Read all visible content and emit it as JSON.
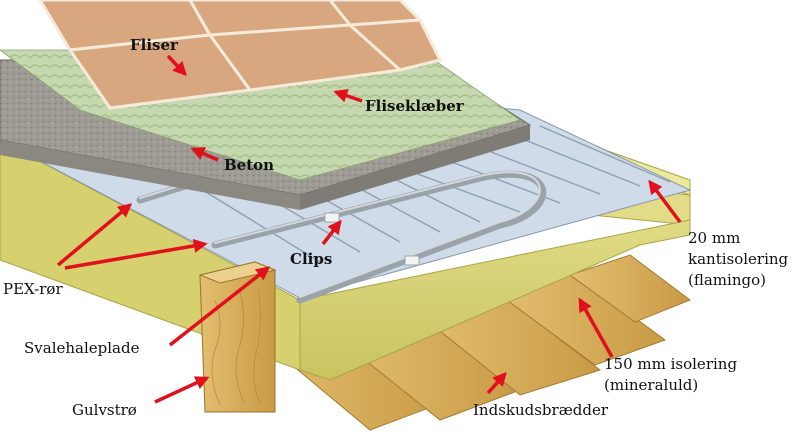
{
  "diagram": {
    "labels": {
      "fliser": "Fliser",
      "fliseklaeber": "Fliseklæber",
      "beton": "Beton",
      "clips": "Clips",
      "pex": "PEX-rør",
      "svalehaleplade": "Svalehaleplade",
      "gulvstroe": "Gulvstrø",
      "indskud": "Indskudsbrædder",
      "kantiso_line1": "20 mm",
      "kantiso_line2": "kantisolering",
      "kantiso_line3": "(flamingo)",
      "iso_line1": "150 mm isolering",
      "iso_line2": "(mineraluld)"
    },
    "colors": {
      "arrow": "#e0111c",
      "tile": "#d9a982",
      "tile_grout": "#f2e3d5",
      "adhesive": "#b9cfa4",
      "concrete": "#9c9a92",
      "metal": "#c9d6e4",
      "pipe": "#a8aeb4",
      "insulation": "#d8d37a",
      "wood": "#d9b25f"
    }
  }
}
